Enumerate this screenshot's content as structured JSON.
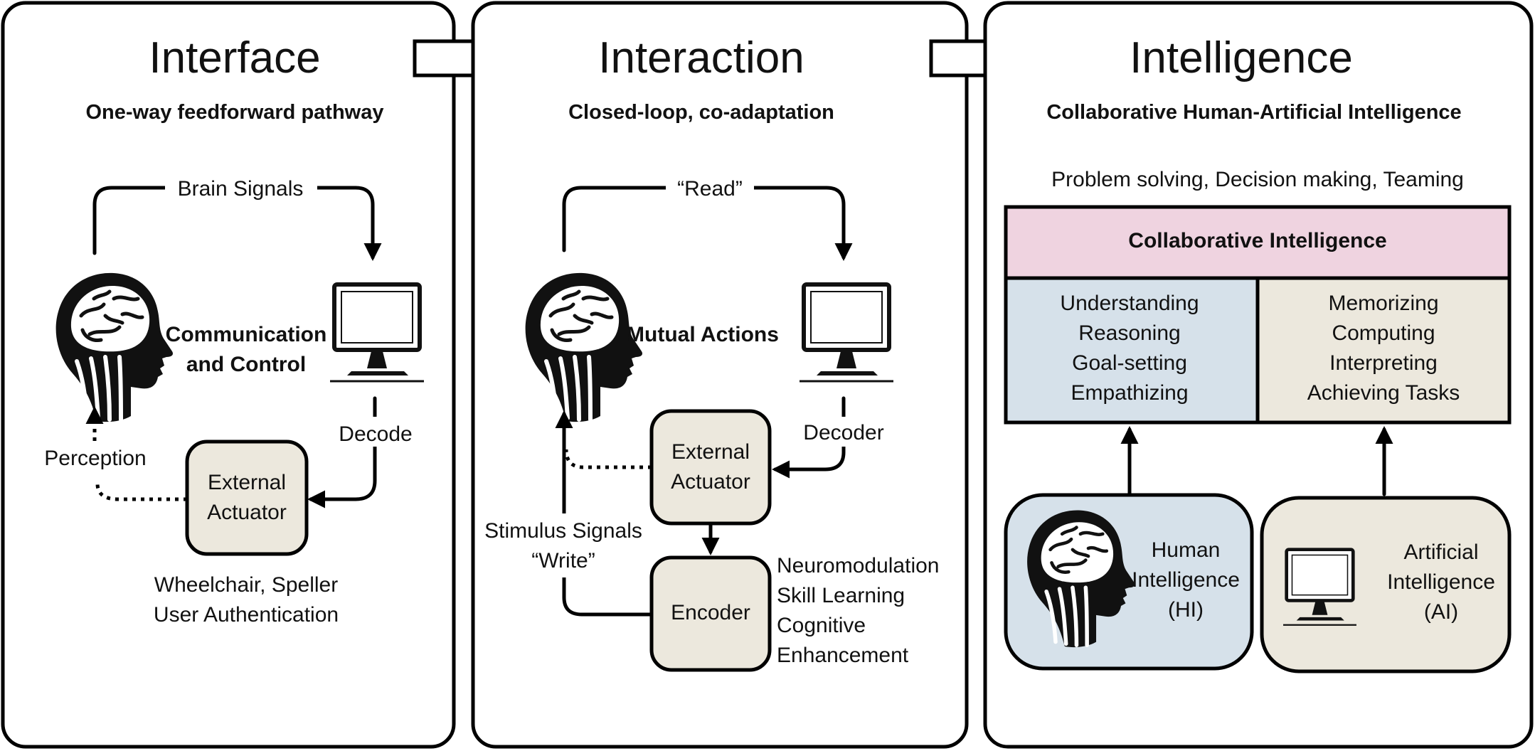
{
  "panels": [
    {
      "title": "Interface",
      "subtitle": "One-way feedforward pathway",
      "top_label": "Brain Signals",
      "center_label": [
        "Communication",
        "and Control"
      ],
      "decode_label": "Decode",
      "perception_label": "Perception",
      "actuator_label": [
        "External",
        "Actuator"
      ],
      "examples": [
        "Wheelchair, Speller",
        "User Authentication"
      ]
    },
    {
      "title": "Interaction",
      "subtitle": "Closed-loop, co-adaptation",
      "top_label": "“Read”",
      "center_label": "Mutual Actions",
      "decoder_label": "Decoder",
      "actuator_label": [
        "External",
        "Actuator"
      ],
      "stimulus_label": [
        "Stimulus Signals",
        "“Write”"
      ],
      "encoder_label": "Encoder",
      "encoder_outputs": [
        "Neuromodulation",
        "Skill Learning",
        "Cognitive",
        "Enhancement"
      ]
    },
    {
      "title": "Intelligence",
      "subtitle": "Collaborative Human-Artificial  Intelligence",
      "tasks": "Problem solving, Decision making, Teaming",
      "collab_label": "Collaborative Intelligence",
      "human_skills": [
        "Understanding",
        "Reasoning",
        "Goal-setting",
        "Empathizing"
      ],
      "ai_skills": [
        "Memorizing",
        "Computing",
        "Interpreting",
        "Achieving Tasks"
      ],
      "hi_label": [
        "Human",
        "Intelligence",
        "(HI)"
      ],
      "ai_label": [
        "Artificial",
        "Intelligence",
        "(AI)"
      ]
    }
  ],
  "colors": {
    "actuator_fill": "#ece8dd",
    "human_fill": "#d6e1ea",
    "collab_fill": "#efd3e0"
  },
  "icons": [
    "brain-head-icon",
    "monitor-icon",
    "block-arrow-icon"
  ]
}
